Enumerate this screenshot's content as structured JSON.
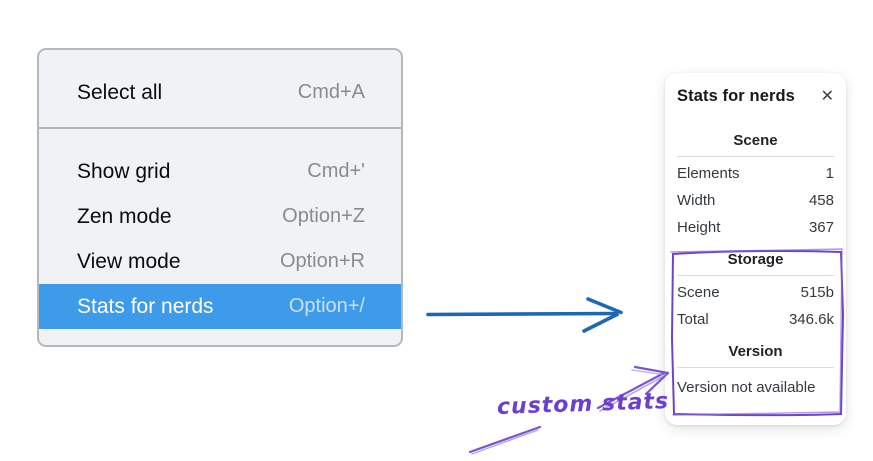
{
  "context_menu": {
    "items": [
      {
        "label": "Select all",
        "shortcut": "Cmd+A",
        "highlighted": false
      },
      {
        "label": "Show grid",
        "shortcut": "Cmd+'",
        "highlighted": false
      },
      {
        "label": "Zen mode",
        "shortcut": "Option+Z",
        "highlighted": false
      },
      {
        "label": "View mode",
        "shortcut": "Option+R",
        "highlighted": false
      },
      {
        "label": "Stats for nerds",
        "shortcut": "Option+/",
        "highlighted": true
      }
    ],
    "highlight_color": "#3d9be9"
  },
  "stats_panel": {
    "title": "Stats for nerds",
    "close_icon": "✕",
    "sections": [
      {
        "heading": "Scene",
        "rows": [
          {
            "label": "Elements",
            "value": "1"
          },
          {
            "label": "Width",
            "value": "458"
          },
          {
            "label": "Height",
            "value": "367"
          }
        ]
      },
      {
        "heading": "Storage",
        "rows": [
          {
            "label": "Scene",
            "value": "515b"
          },
          {
            "label": "Total",
            "value": "346.6k"
          }
        ]
      },
      {
        "heading": "Version",
        "note": "Version not available"
      }
    ]
  },
  "annotation": {
    "label": "custom stats",
    "color": "#6d3fd1"
  },
  "flow_arrow_color": "#1e67b2"
}
